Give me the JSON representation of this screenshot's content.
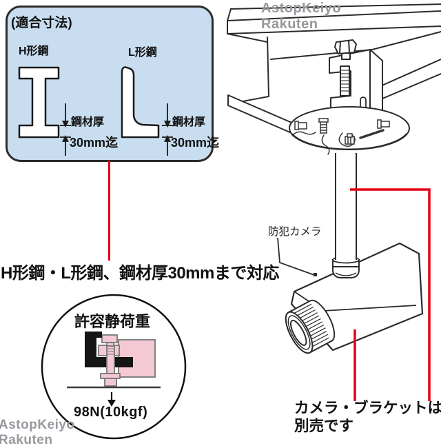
{
  "spec_box": {
    "title": "(適合寸法)",
    "h_steel_label": "H形鋼",
    "l_steel_label": "L形鋼",
    "thickness_label": "鋼材厚",
    "thickness_value": "30mm迄"
  },
  "claim_text": "H形鋼・L形鋼、鋼材厚30mmまで対応",
  "camera_label": "防犯カメラ",
  "load_circle": {
    "title": "許容静荷重",
    "value": "98N(10kgf)"
  },
  "sold_separately": {
    "line1": "カメラ・ブラケットは",
    "line2": "別売です"
  },
  "watermark": {
    "line1": "AstopKeiyo",
    "line2": "Rakuten"
  },
  "colors": {
    "box_fill": "#c8ddef",
    "line_art": "#2b2b2b",
    "callout_red": "#e60012",
    "clamp_pink": "#f5c9d4",
    "watermark_gray": "#95999e"
  }
}
